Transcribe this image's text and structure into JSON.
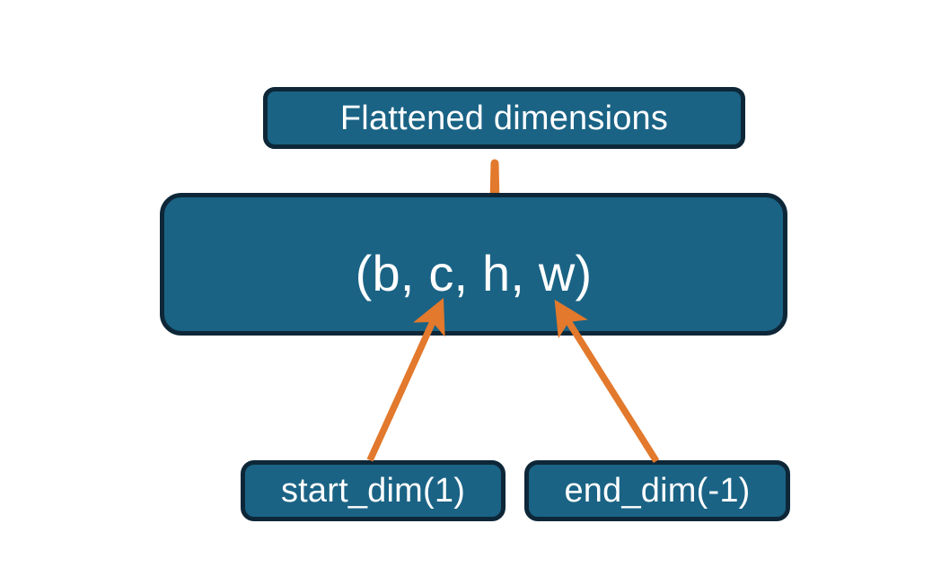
{
  "diagram": {
    "title_text": "Flattened dimensions",
    "shape_text": "(b, c, h, w)",
    "start_dim_text": "start_dim(1)",
    "end_dim_text": "end_dim(-1)",
    "colors": {
      "node_fill": "#1a6385",
      "node_border": "#0e2738",
      "node_text": "#ffffff",
      "connector": "#e2792c",
      "background": "#ffffff"
    },
    "connectors": [
      {
        "name": "brace-to-flattened-stem",
        "type": "curly-brace-with-stem",
        "from": "shape-box-dims-c-h-w",
        "to": "flattened-dimensions-box"
      },
      {
        "name": "start-dim-arrow",
        "type": "arrow",
        "from": "start_dim(1)",
        "to": "(b, c, h, w)"
      },
      {
        "name": "end-dim-arrow",
        "type": "arrow",
        "from": "end_dim(-1)",
        "to": "(b, c, h, w)"
      }
    ]
  }
}
